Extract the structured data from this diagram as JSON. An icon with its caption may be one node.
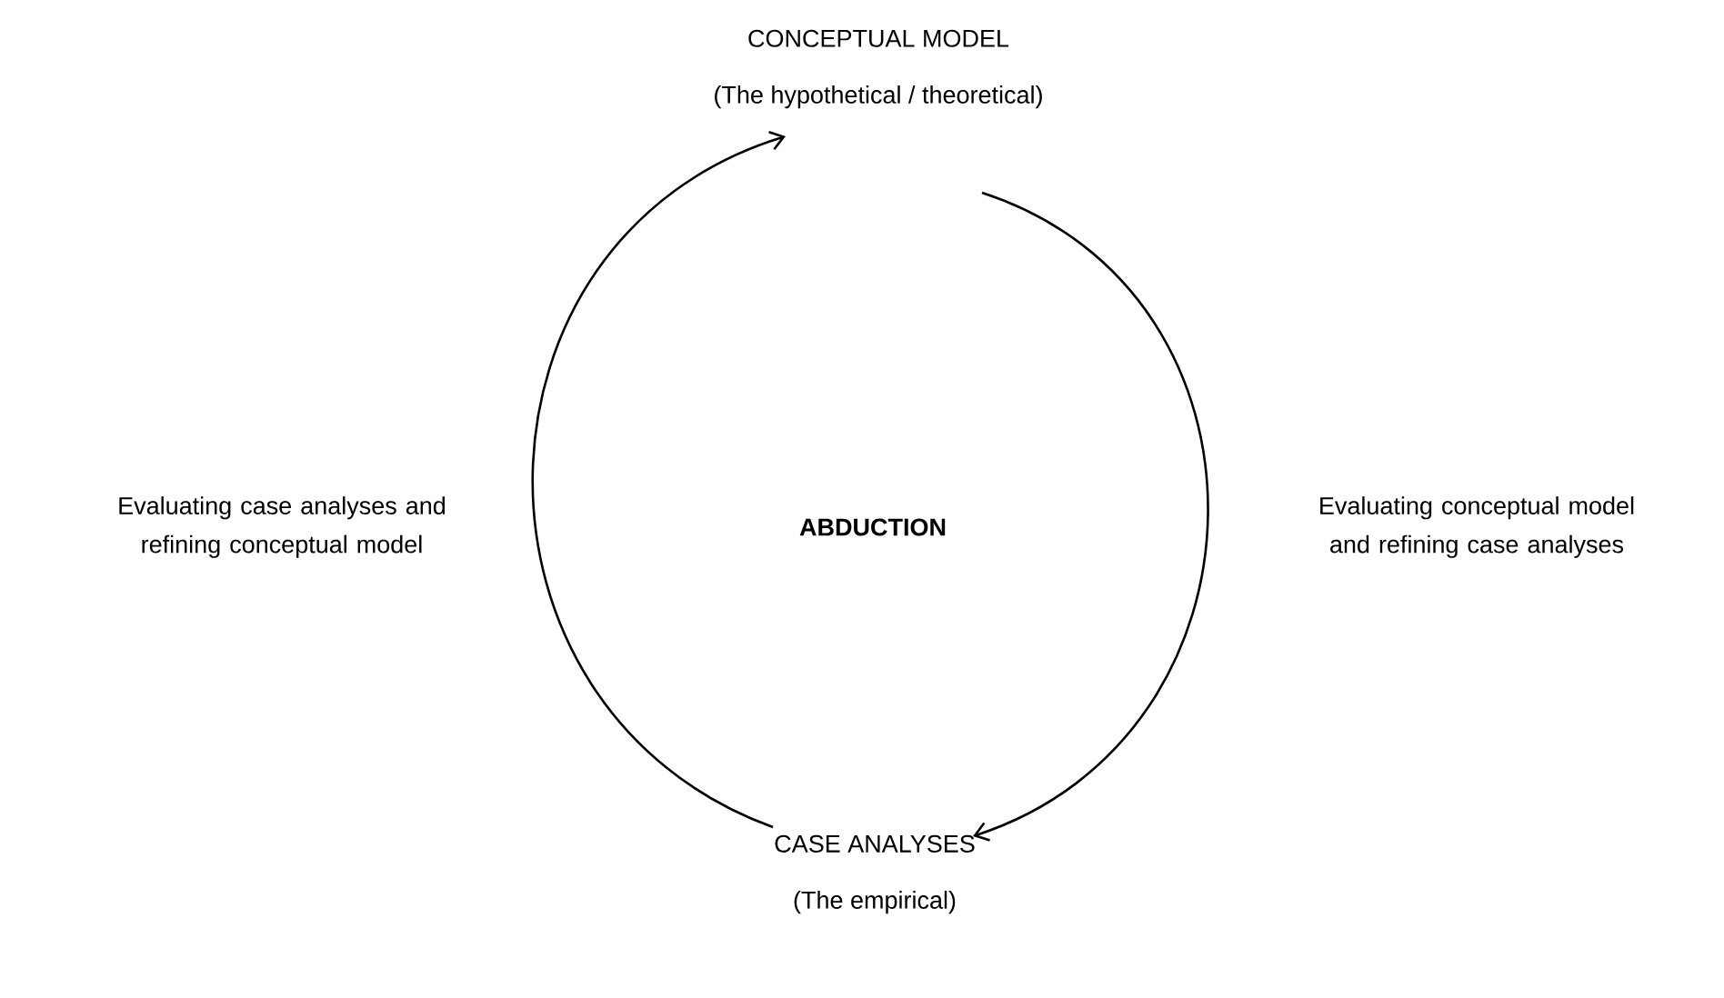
{
  "diagram": {
    "nodes": [
      {
        "text": [
          "CONCEPTUAL MODEL",
          "(The hypothetical / theoretical)"
        ]
      },
      {
        "text": [
          "CASE ANALYSES",
          "(The empirical)"
        ]
      }
    ],
    "edges": [
      {
        "from": 0,
        "to": 1,
        "arrow": "to",
        "label": "Evaluating conceptual model and refining case analyses"
      },
      {
        "from": 1,
        "to": 0,
        "arrow": "to",
        "label": "Evaluating case analyses and refining conceptual model"
      }
    ],
    "labels": [
      "**ABDUCTION**"
    ]
  }
}
